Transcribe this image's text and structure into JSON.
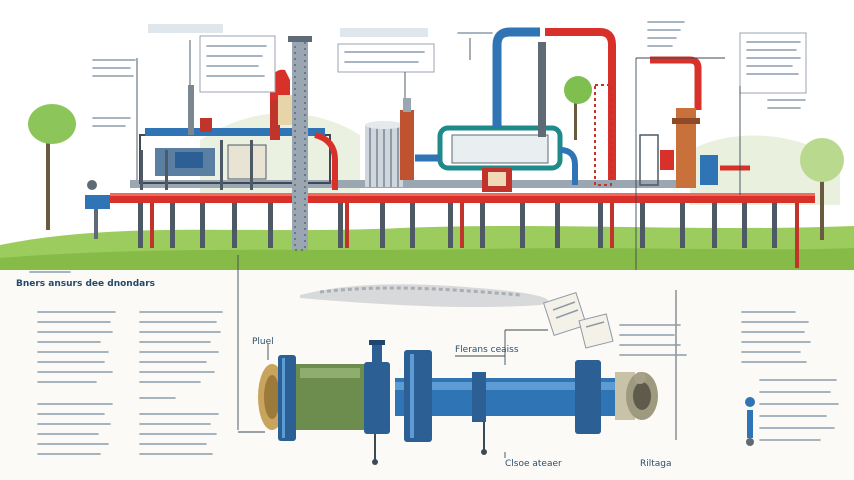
{
  "illustration": {
    "captions": {
      "section_heading": "Bners ansurs dee dnondars",
      "main_pipe_label": "Pluel",
      "component_label": "Flerans ceaiss",
      "bottom_center_label": "Clsoe ateaer",
      "bottom_right_label": "Riltaga"
    },
    "colors": {
      "sky": "#ffffff",
      "grass": "#9ccc5e",
      "pipe_red": "#d8312a",
      "pipe_blue": "#2f74b5",
      "steel": "#8e9aa6",
      "flange_blue": "#2c5f93",
      "tank_green": "#6d8d4e",
      "leader_line": "#3b4a57",
      "text_gray": "#8a9cae"
    },
    "icons": [
      "tree-icon",
      "gauge-icon",
      "valve-icon",
      "document-icon"
    ]
  }
}
